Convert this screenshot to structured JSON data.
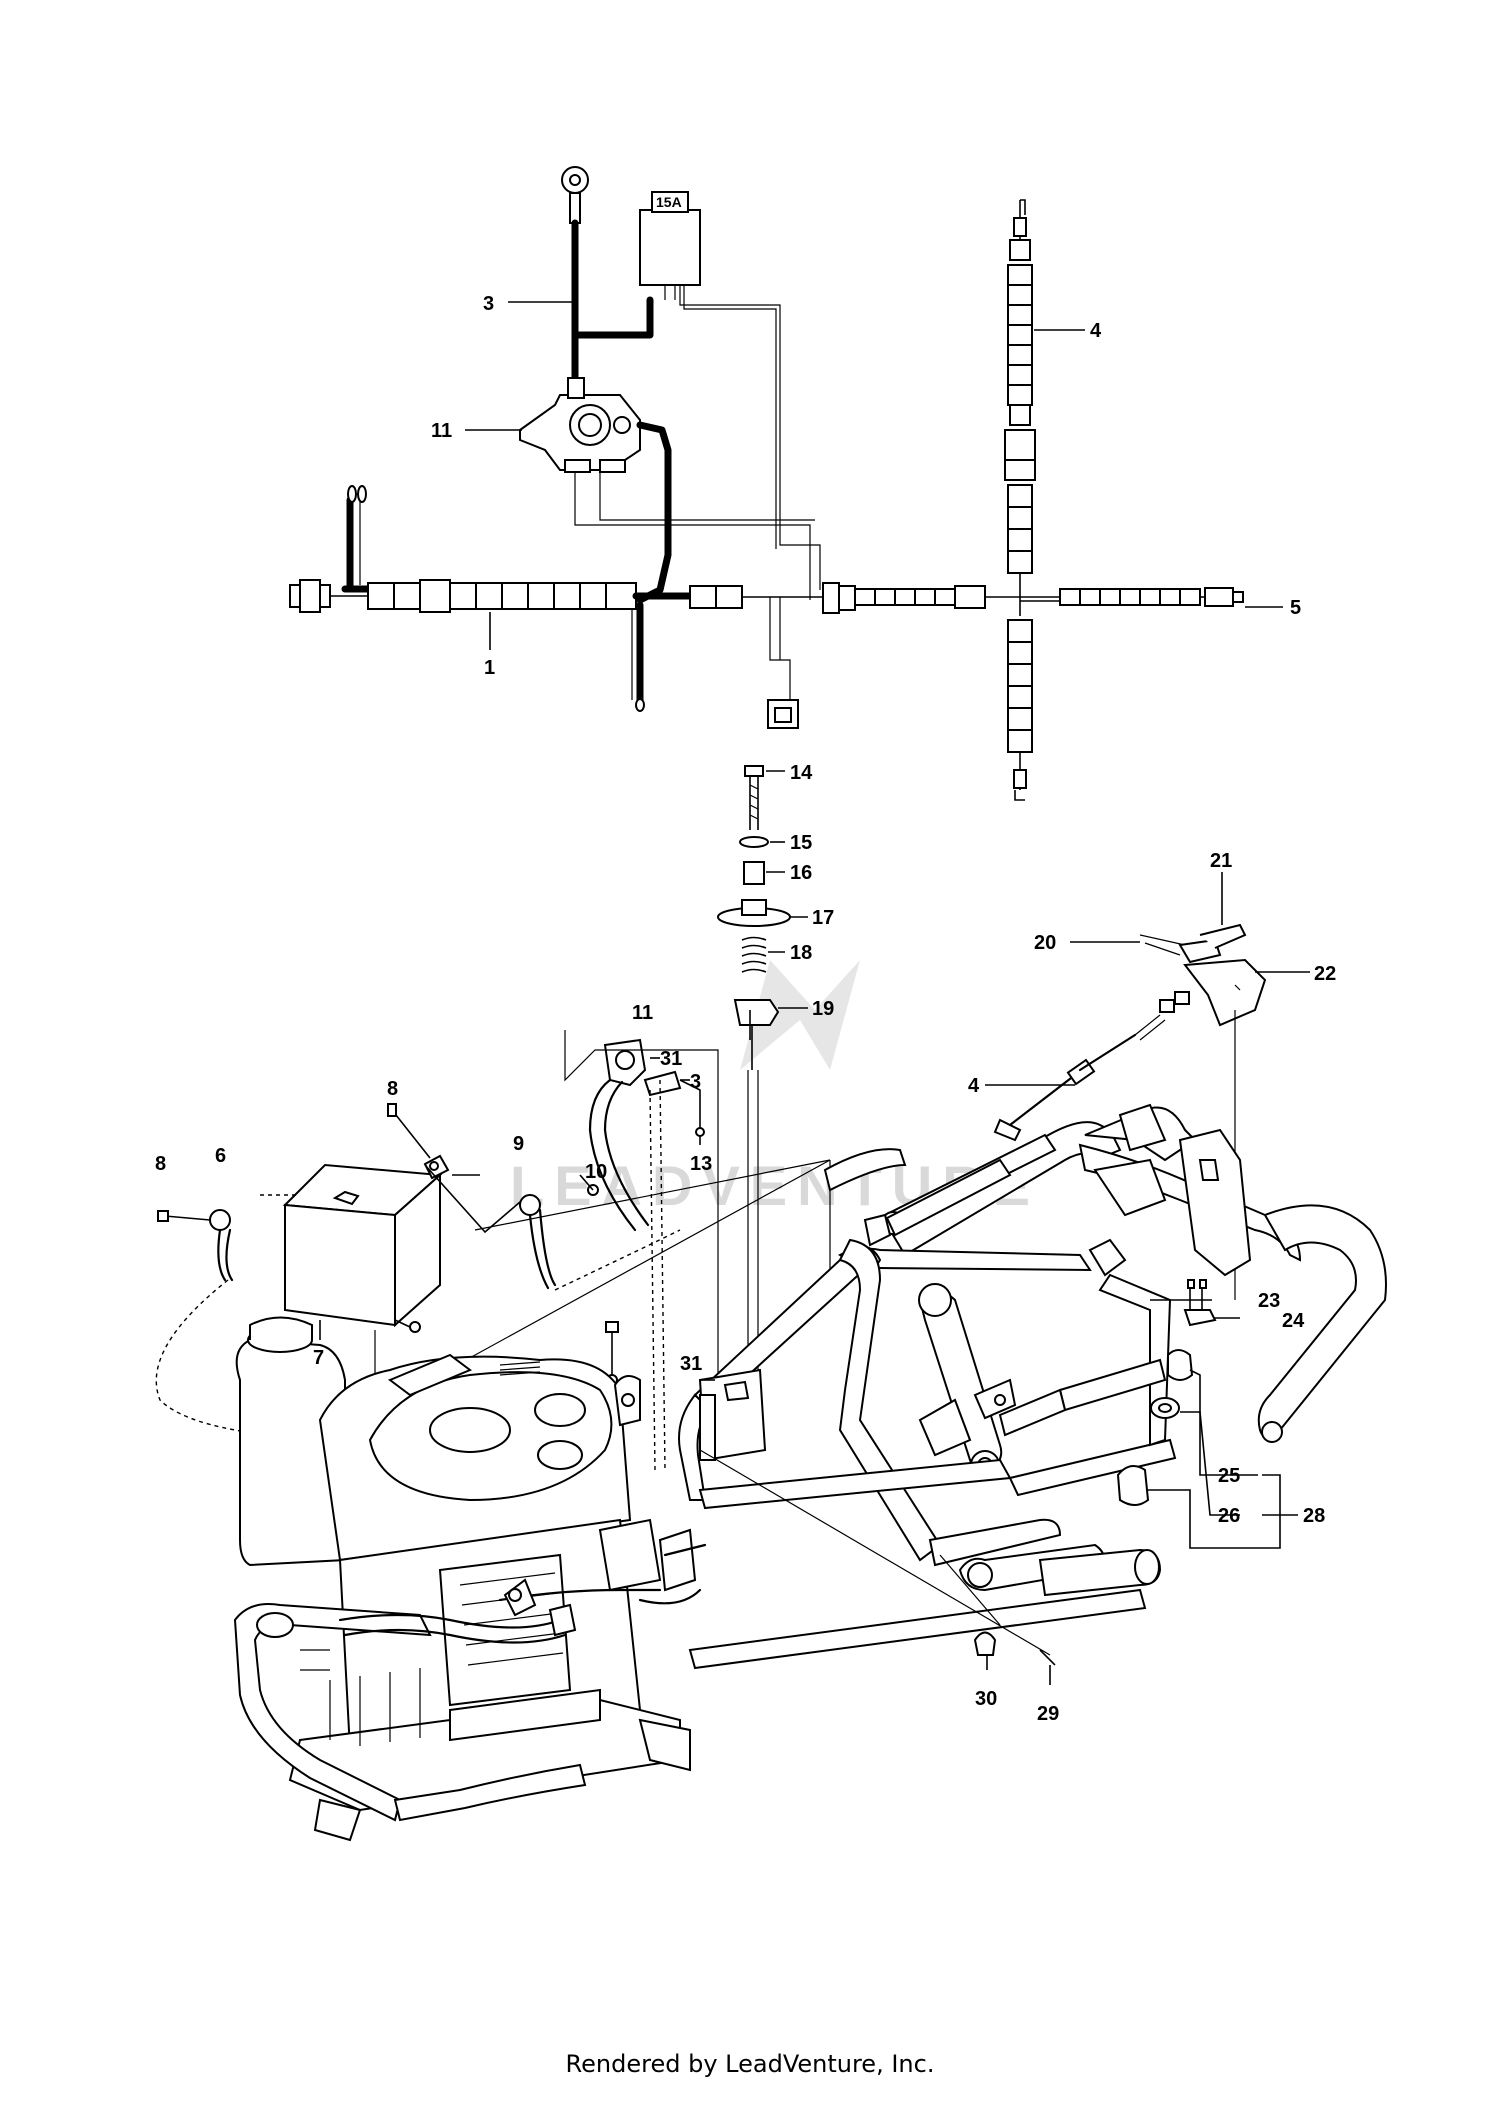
{
  "diagram": {
    "callouts": [
      {
        "id": "c3a",
        "label": "3"
      },
      {
        "id": "c4a",
        "label": "4"
      },
      {
        "id": "c11a",
        "label": "11"
      },
      {
        "id": "c5",
        "label": "5"
      },
      {
        "id": "c1",
        "label": "1"
      },
      {
        "id": "c14",
        "label": "14"
      },
      {
        "id": "c15",
        "label": "15"
      },
      {
        "id": "c16",
        "label": "16"
      },
      {
        "id": "c17",
        "label": "17"
      },
      {
        "id": "c18",
        "label": "18"
      },
      {
        "id": "c19",
        "label": "19"
      },
      {
        "id": "c21",
        "label": "21"
      },
      {
        "id": "c20",
        "label": "20"
      },
      {
        "id": "c22",
        "label": "22"
      },
      {
        "id": "c11b",
        "label": "11"
      },
      {
        "id": "c31a",
        "label": "31"
      },
      {
        "id": "c3b",
        "label": "3"
      },
      {
        "id": "c4b",
        "label": "4"
      },
      {
        "id": "c8a",
        "label": "8"
      },
      {
        "id": "c13",
        "label": "13"
      },
      {
        "id": "c9",
        "label": "9"
      },
      {
        "id": "c10",
        "label": "10"
      },
      {
        "id": "c8b",
        "label": "8"
      },
      {
        "id": "c6",
        "label": "6"
      },
      {
        "id": "c7",
        "label": "7"
      },
      {
        "id": "c23",
        "label": "23"
      },
      {
        "id": "c24",
        "label": "24"
      },
      {
        "id": "c25",
        "label": "25"
      },
      {
        "id": "c26",
        "label": "26"
      },
      {
        "id": "c28",
        "label": "28"
      },
      {
        "id": "c31b",
        "label": "31"
      },
      {
        "id": "c30",
        "label": "30"
      },
      {
        "id": "c29",
        "label": "29"
      }
    ],
    "fuse_label": "15A",
    "watermark": "LEADVENTURE"
  },
  "footer": {
    "text": "Rendered by LeadVenture, Inc."
  }
}
